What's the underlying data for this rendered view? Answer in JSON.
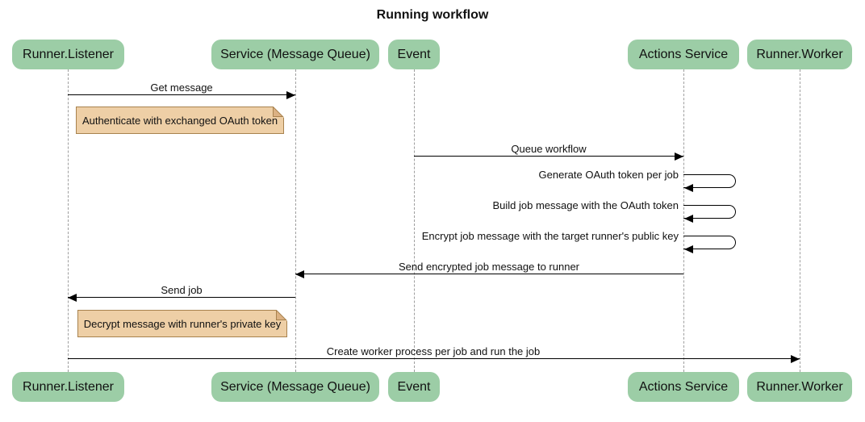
{
  "title": "Running workflow",
  "actors": [
    {
      "label": "Runner.Listener"
    },
    {
      "label": "Service (Message Queue)"
    },
    {
      "label": "Event"
    },
    {
      "label": "Actions Service"
    },
    {
      "label": "Runner.Worker"
    }
  ],
  "messages": [
    {
      "label": "Get message",
      "from": "Runner.Listener",
      "to": "Service (Message Queue)"
    },
    {
      "label": "Queue workflow",
      "from": "Event",
      "to": "Actions Service"
    },
    {
      "label": "Generate OAuth token per job",
      "from": "Actions Service",
      "to": "Actions Service",
      "self": true
    },
    {
      "label": "Build job message with the OAuth token",
      "from": "Actions Service",
      "to": "Actions Service",
      "self": true
    },
    {
      "label": "Encrypt job message with the target runner's public key",
      "from": "Actions Service",
      "to": "Actions Service",
      "self": true
    },
    {
      "label": "Send encrypted job message to runner",
      "from": "Actions Service",
      "to": "Service (Message Queue)"
    },
    {
      "label": "Send job",
      "from": "Service (Message Queue)",
      "to": "Runner.Listener"
    },
    {
      "label": "Create worker process per job and run the job",
      "from": "Runner.Listener",
      "to": "Runner.Worker"
    }
  ],
  "notes": [
    {
      "label": "Authenticate with exchanged OAuth token",
      "over": "Runner.Listener"
    },
    {
      "label": "Decrypt message with runner's private key",
      "over": "Runner.Listener"
    }
  ],
  "colors": {
    "actor_fill": "#9CCDA6",
    "note_fill": "#EECFA6",
    "note_border": "#A8824E",
    "note_fold": "#DBB183",
    "lifeline": "#9e9e9e",
    "arrow": "#000000"
  }
}
